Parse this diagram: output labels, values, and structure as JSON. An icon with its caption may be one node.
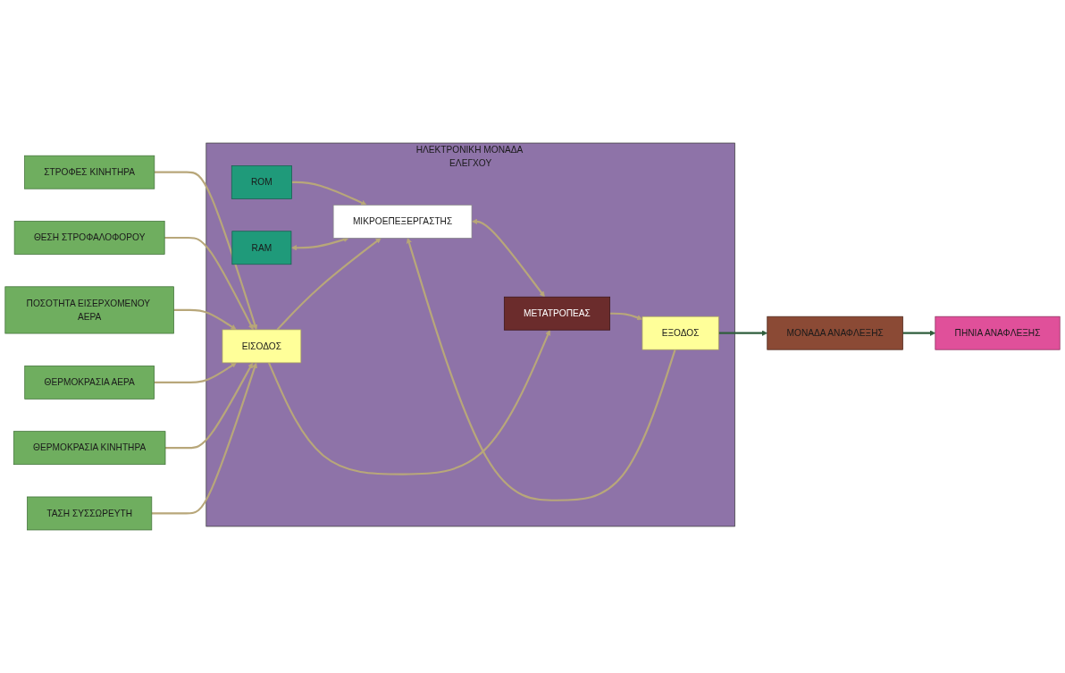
{
  "diagram": {
    "nodes": [
      {
        "text": [
          "ΣΤΡΟΦΕΣ ΚΙΝΗΤΗΡΑ"
        ]
      },
      {
        "text": [
          "ΘΕΣΗ ΣΤΡΟΦΑΛΟΦΟΡΟΥ"
        ]
      },
      {
        "text": [
          "ΠΟΣΟΤΗΤΑ ΕΙΣΕΡΧΟΜΕΝΟΥ ΑΕΡΑ"
        ]
      },
      {
        "text": [
          "ΘΕΡΜΟΚΡΑΣΙΑ ΑΕΡΑ"
        ]
      },
      {
        "text": [
          "ΘΕΡΜΟΚΡΑΣΙΑ ΚΙΝΗΤΗΡΑ"
        ]
      },
      {
        "text": [
          "ΤΑΣΗ ΣΥΣΣΩΡΕΥΤΗ"
        ]
      },
      {
        "text": [
          "ΗΛΕΚΤΡΟΝΙΚΗ ΜΟΝΑΔΑ ΕΛΕΓΧΟΥ"
        ]
      },
      {
        "text": [
          "ROM"
        ],
        "in": 6
      },
      {
        "text": [
          "RAM"
        ],
        "in": 6
      },
      {
        "text": [
          "ΜΙΚΡΟΕΠΕΞΕΡΓΑΣΤΗΣ"
        ],
        "in": 6
      },
      {
        "text": [
          "ΕΙΣΟΔΟΣ"
        ],
        "in": 6
      },
      {
        "text": [
          "ΜΕΤΑΤΡΟΠΕΑΣ"
        ],
        "in": 6
      },
      {
        "text": [
          "ΕΞΟΔΟΣ"
        ],
        "in": 6
      },
      {
        "text": [
          "ΜΟΝΑΔΑ ΑΝΑΦΛΕΞΗΣ"
        ]
      },
      {
        "text": [
          "ΠΗΝΙΑ ΑΝΑΦΛΕΞΗΣ"
        ]
      }
    ],
    "edges": [
      {
        "from": 0,
        "to": 10,
        "arrow": "to"
      },
      {
        "from": 1,
        "to": 10,
        "arrow": "to"
      },
      {
        "from": 2,
        "to": 10,
        "arrow": "to"
      },
      {
        "from": 3,
        "to": 10,
        "arrow": "to"
      },
      {
        "from": 4,
        "to": 10,
        "arrow": "to"
      },
      {
        "from": 5,
        "to": 10,
        "arrow": "to"
      },
      {
        "from": 7,
        "to": 9,
        "arrow": "to"
      },
      {
        "from": 8,
        "to": 9,
        "arrow": "both"
      },
      {
        "from": 10,
        "to": 9,
        "arrow": "to"
      },
      {
        "from": 12,
        "to": 9,
        "arrow": "to"
      },
      {
        "from": 9,
        "to": 11,
        "arrow": "both"
      },
      {
        "from": 10,
        "to": 11,
        "arrow": "to"
      },
      {
        "from": 11,
        "to": 12,
        "arrow": "to"
      },
      {
        "from": 12,
        "to": 13,
        "arrow": "to",
        "color": "#2f5e3c"
      },
      {
        "from": 13,
        "to": 14,
        "arrow": "to",
        "color": "#2f5e3c"
      }
    ]
  }
}
